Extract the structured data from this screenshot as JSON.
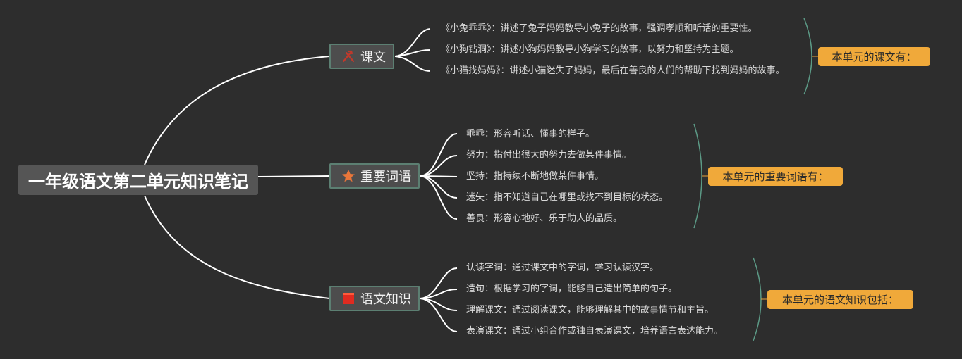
{
  "colors": {
    "background": "#2d2d2d",
    "root_bg": "#555555",
    "branch_border": "#5c7f72",
    "connector": "#ffffff",
    "bracket": "#5c9a86",
    "summary_bg": "#f0a93a"
  },
  "root": {
    "title": "一年级语文第二单元知识笔记"
  },
  "branches": [
    {
      "label": "课文",
      "icon": "tools-icon",
      "items": [
        "《小兔乖乖》：讲述了兔子妈妈教导小兔子的故事，强调孝顺和听话的重要性。",
        "《小狗钻洞》：讲述小狗妈妈教导小狗学习的故事，以努力和坚持为主题。",
        "《小猫找妈妈》：讲述小猫迷失了妈妈，最后在善良的人们的帮助下找到妈妈的故事。"
      ],
      "summary": "本单元的课文有："
    },
    {
      "label": "重要词语",
      "icon": "star-icon",
      "items": [
        "乖乖：形容听话、懂事的样子。",
        "努力：指付出很大的努力去做某件事情。",
        "坚持：指持续不断地做某件事情。",
        "迷失：指不知道自己在哪里或找不到目标的状态。",
        "善良：形容心地好、乐于助人的品质。"
      ],
      "summary": "本单元的重要词语有："
    },
    {
      "label": "语文知识",
      "icon": "flag-icon",
      "items": [
        "认读字词：通过课文中的字词，学习认读汉字。",
        "造句：根据学习的字词，能够自己造出简单的句子。",
        "理解课文：通过阅读课文，能够理解其中的故事情节和主旨。",
        "表演课文：通过小组合作或独自表演课文，培养语言表达能力。"
      ],
      "summary": "本单元的语文知识包括："
    }
  ]
}
